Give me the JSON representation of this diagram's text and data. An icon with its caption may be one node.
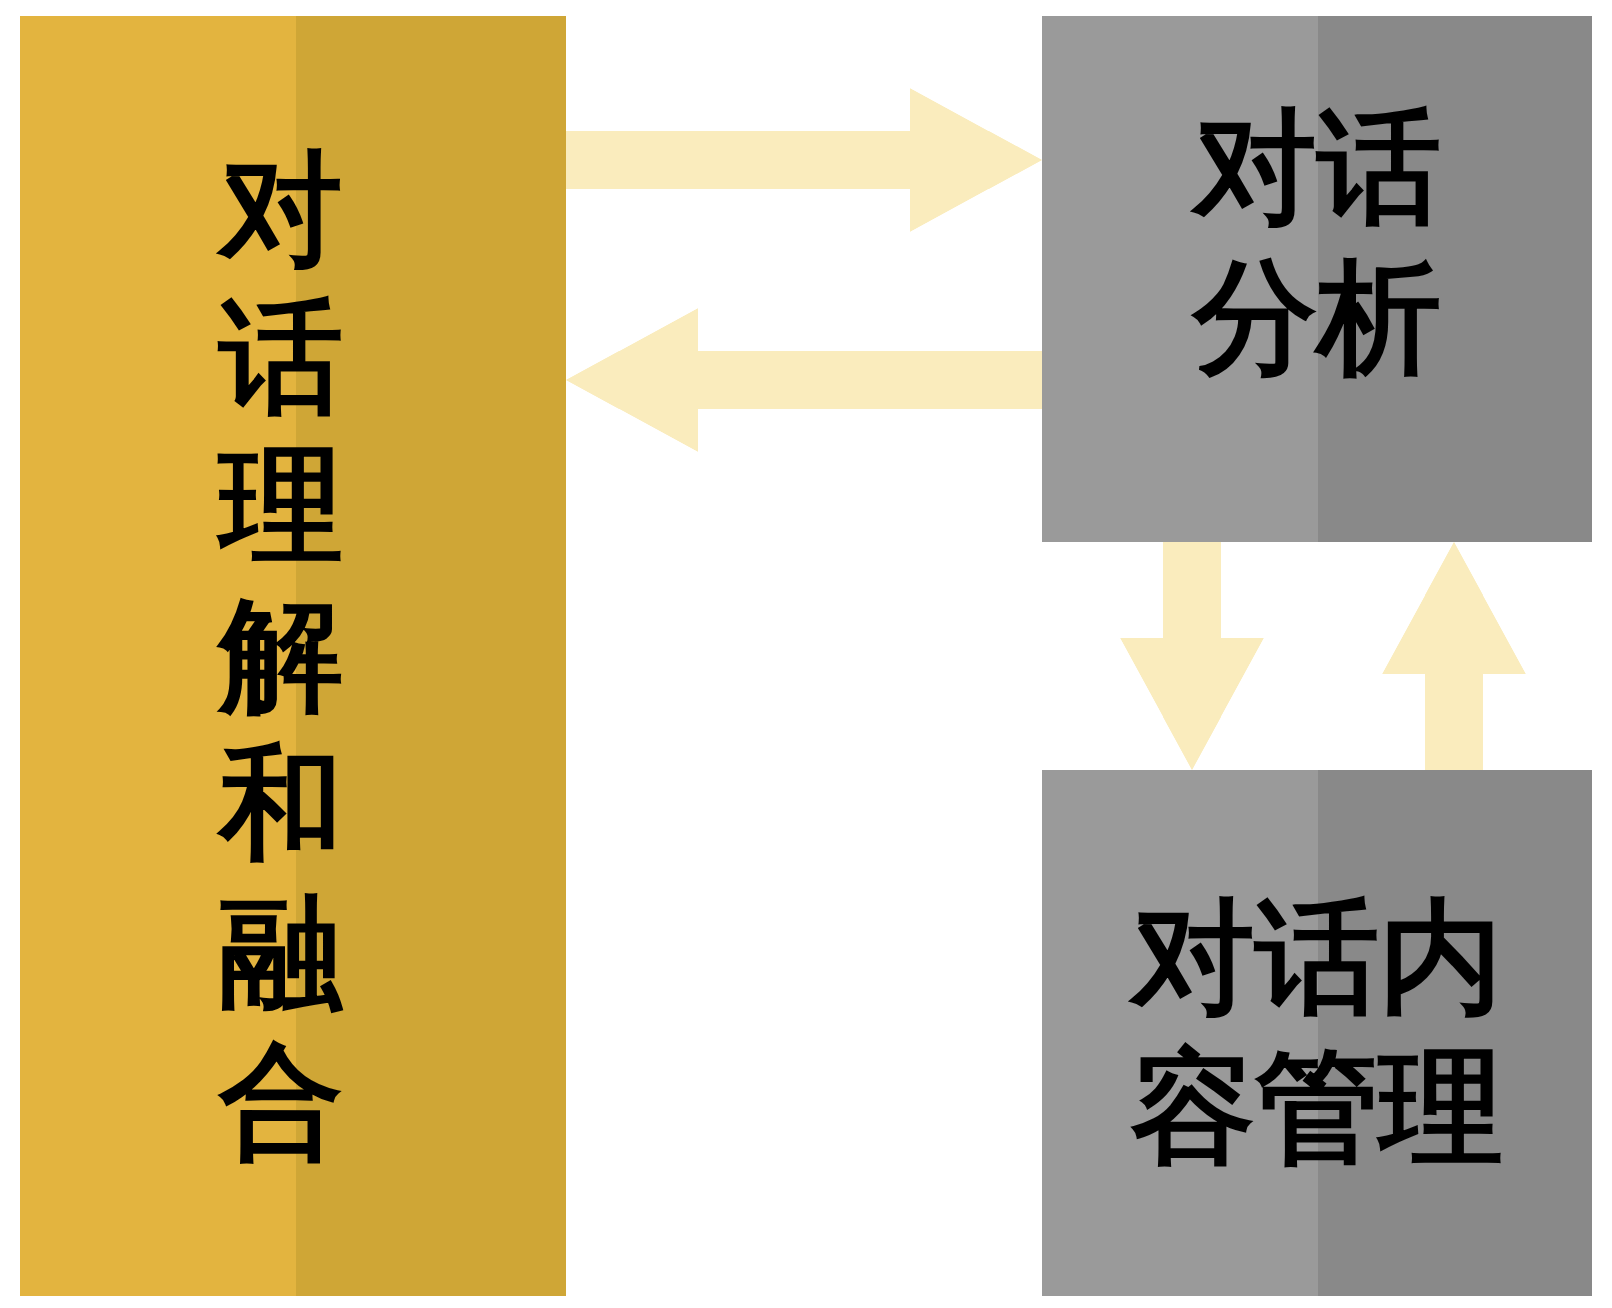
{
  "diagram": {
    "nodes": [
      {
        "text": [
          "对话理解和融合"
        ]
      },
      {
        "text": [
          "对话分析"
        ]
      },
      {
        "text": [
          "对话内容管理"
        ]
      }
    ],
    "edges": [
      {
        "from": 0,
        "to": 1,
        "arrow": "to"
      },
      {
        "from": 1,
        "to": 0,
        "arrow": "to"
      },
      {
        "from": 1,
        "to": 2,
        "arrow": "to"
      },
      {
        "from": 2,
        "to": 1,
        "arrow": "to"
      }
    ]
  }
}
